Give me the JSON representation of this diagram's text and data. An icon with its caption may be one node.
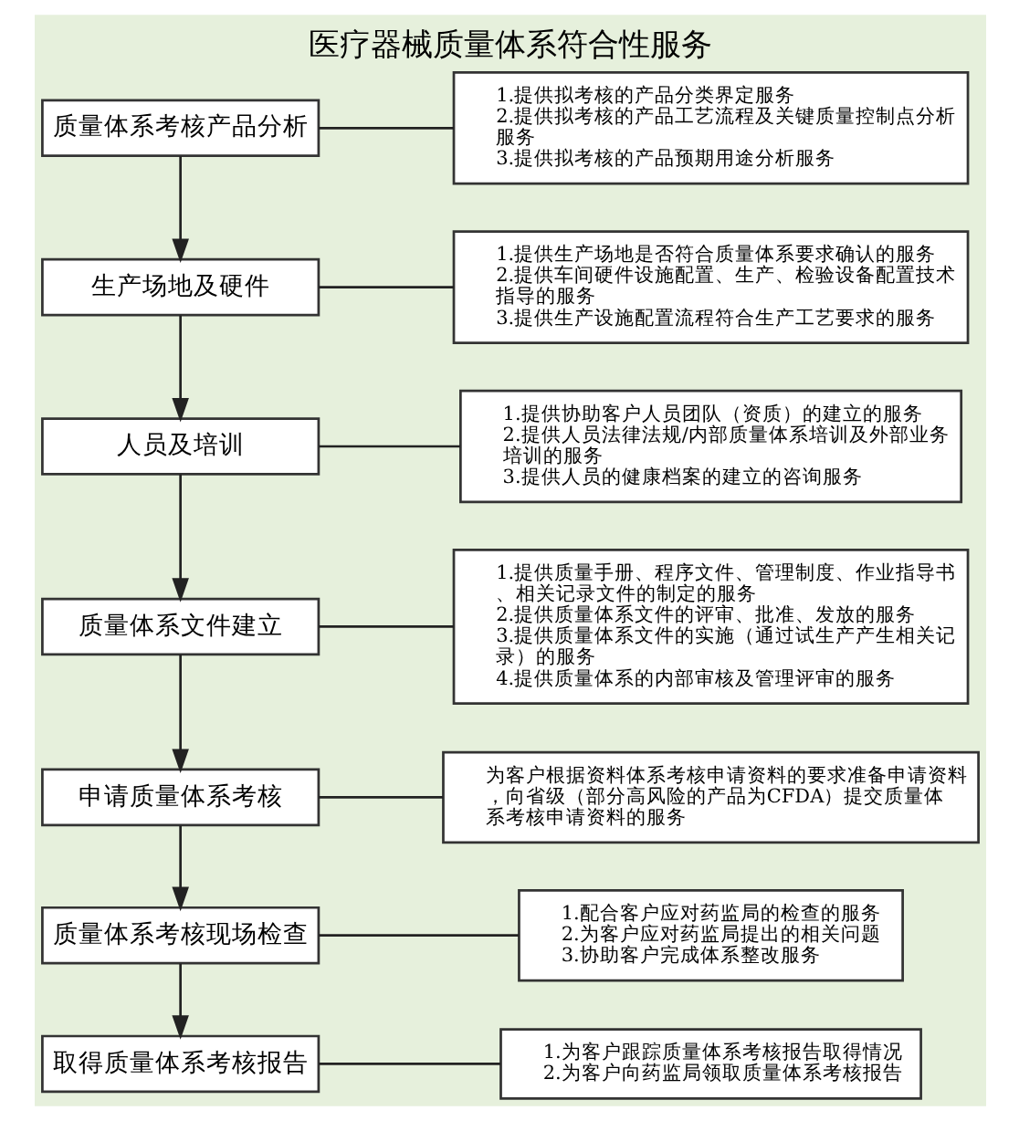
{
  "diagram": {
    "title": "医疗器械质量体系符合性服务",
    "nodes": [
      {
        "text": [
          "质量体系考核产品分析"
        ]
      },
      {
        "text": [
          "生产场地及硬件"
        ]
      },
      {
        "text": [
          "人员及培训"
        ]
      },
      {
        "text": [
          "质量体系文件建立"
        ]
      },
      {
        "text": [
          "申请质量体系考核"
        ]
      },
      {
        "text": [
          "质量体系考核现场检查"
        ]
      },
      {
        "text": [
          "取得质量体系考核报告"
        ]
      },
      {
        "text": [
          "1.提供拟考核的产品分类界定服务",
          "2.提供拟考核的产品工艺流程及关键质量控制点分析服务",
          "3.提供拟考核的产品预期用途分析服务"
        ]
      },
      {
        "text": [
          "1.提供生产场地是否符合质量体系要求确认的服务",
          "2.提供车间硬件设施配置、生产、检验设备配置技术指导的服务",
          "3.提供生产设施配置流程符合生产工艺要求的服务"
        ]
      },
      {
        "text": [
          "1.提供协助客户人员团队（资质）的建立的服务",
          "2.提供人员法律法规/内部质量体系培训及外部业务培训的服务",
          "3.提供人员的健康档案的建立的咨询服务"
        ]
      },
      {
        "text": [
          "1.提供质量手册、程序文件、管理制度、作业指导书、相关记录文件的制定的服务",
          "2.提供质量体系文件的评审、批准、发放的服务",
          "3.提供质量体系文件的实施（通过试生产产生相关记录）的服务",
          "4.提供质量体系的内部审核及管理评审的服务"
        ]
      },
      {
        "text": [
          "为客户根据资料体系考核申请资料的要求准备申请资料，向省级（部分高风险的产品为CFDA）提交质量体系考核申请资料的服务"
        ]
      },
      {
        "text": [
          "1.配合客户应对药监局的检查的服务",
          "2.为客户应对药监局提出的相关问题",
          "3.协助客户完成体系整改服务"
        ]
      },
      {
        "text": [
          "1.为客户跟踪质量体系考核报告取得情况",
          "2.为客户向药监局领取质量体系考核报告"
        ]
      }
    ],
    "edges": [
      {
        "from": 0,
        "to": 1,
        "arrow": "to"
      },
      {
        "from": 1,
        "to": 2,
        "arrow": "to"
      },
      {
        "from": 2,
        "to": 3,
        "arrow": "to"
      },
      {
        "from": 3,
        "to": 4,
        "arrow": "to"
      },
      {
        "from": 4,
        "to": 5,
        "arrow": "to"
      },
      {
        "from": 5,
        "to": 6,
        "arrow": "to"
      },
      {
        "from": 0,
        "to": 7,
        "arrow": "none"
      },
      {
        "from": 1,
        "to": 8,
        "arrow": "none"
      },
      {
        "from": 2,
        "to": 9,
        "arrow": "none"
      },
      {
        "from": 3,
        "to": 10,
        "arrow": "none"
      },
      {
        "from": 4,
        "to": 11,
        "arrow": "none"
      },
      {
        "from": 5,
        "to": 12,
        "arrow": "none"
      },
      {
        "from": 6,
        "to": 13,
        "arrow": "none"
      }
    ]
  }
}
